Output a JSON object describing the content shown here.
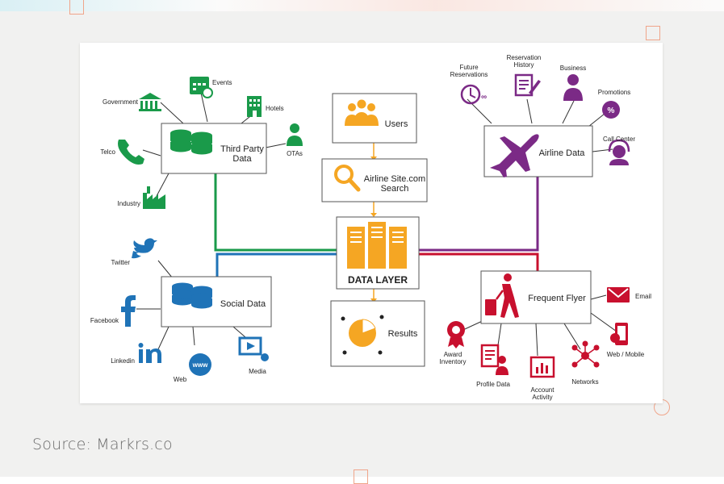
{
  "source": "Source: Markrs.co",
  "colors": {
    "green": "#1a9a4a",
    "blue": "#1f73b7",
    "orange": "#f5a623",
    "purple": "#7b2a86",
    "red": "#c8102e",
    "accent": "#f0a58a"
  },
  "center": {
    "users": "Users",
    "search_line1": "Airline Site.com",
    "search_line2": "Search",
    "data_layer": "DATA LAYER",
    "results": "Results"
  },
  "third_party": {
    "title_line1": "Third Party",
    "title_line2": "Data",
    "items": {
      "government": "Government",
      "events": "Events",
      "hotels": "Hotels",
      "telco": "Telco",
      "otas": "OTAs",
      "industry": "Industry"
    }
  },
  "social": {
    "title": "Social Data",
    "items": {
      "twitter": "Twitter",
      "facebook": "Facebook",
      "linkedin": "Linkedin",
      "web": "Web",
      "media": "Media"
    }
  },
  "airline": {
    "title": "Airline Data",
    "items": {
      "future_l1": "Future",
      "future_l2": "Reservations",
      "history_l1": "Reservation",
      "history_l2": "History",
      "business": "Business",
      "promotions": "Promotions",
      "call_center": "Call Center"
    }
  },
  "flyer": {
    "title": "Frequent Flyer",
    "items": {
      "email": "Email",
      "web_mobile": "Web / Mobile",
      "award_l1": "Award",
      "award_l2": "Inventory",
      "profile": "Profile Data",
      "account_l1": "Account",
      "account_l2": "Activity",
      "networks": "Networks"
    }
  }
}
